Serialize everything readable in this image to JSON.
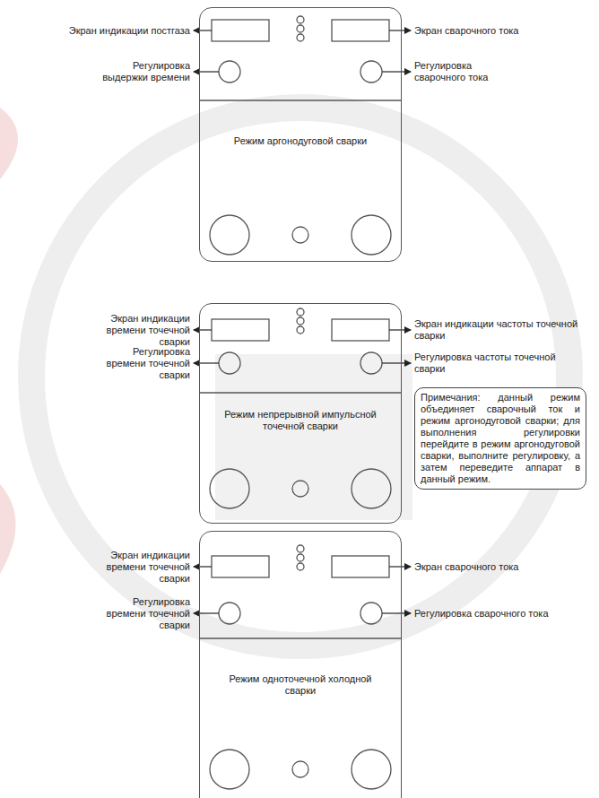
{
  "diagram": {
    "nodes": [
      {
        "text": [
          "Режим аргонодуговой сварки"
        ]
      },
      {
        "text": [
          "Режим непрерывной импульсной точечной сварки"
        ]
      },
      {
        "text": [
          "Примечания: данный режим объединяет сварочный ток и режим аргонодуговой сварки; для выполнения регулировки перейдите в режим аргонодуговой сварки, выполните регулировку, а затем переведите аппарат в данный режим."
        ]
      },
      {
        "text": [
          "Режим одноточечной холодной сварки"
        ]
      }
    ],
    "edges": [],
    "labels": [
      "Экран индикации постгаза",
      "Экран сварочного тока",
      "Регулировка выдержки времени",
      "Регулировка сварочного тока",
      "Экран индикации времени точечной сварки",
      "Экран индикации частоты точечной сварки",
      "Регулировка времени точечной сварки",
      "Регулировка частоты точечной сварки",
      "Экран индикации времени точечной сварки",
      "Экран сварочного тока",
      "Регулировка времени точечной сварки",
      "Регулировка сварочного тока"
    ]
  }
}
